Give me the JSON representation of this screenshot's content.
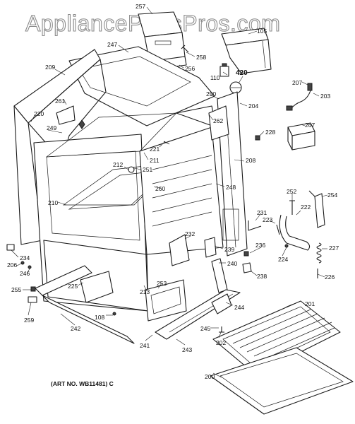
{
  "watermark": "AppliancePartsPros.com",
  "art_number": "(ART NO. WB11481) C",
  "callouts": {
    "c257": "257",
    "c105": "105",
    "c247": "247",
    "c258": "258",
    "c256": "256",
    "c209": "209",
    "c420": "420",
    "c110": "110",
    "c207": "207",
    "c203": "203",
    "c261": "261",
    "c250": "250",
    "c204": "204",
    "c220": "220",
    "c262": "262",
    "c249": "249",
    "c228": "228",
    "c267": "267",
    "c221": "221",
    "c211": "211",
    "c212": "212",
    "c251": "251",
    "c208": "208",
    "c260": "260",
    "c248": "248",
    "c210": "210",
    "c252": "252",
    "c254": "254",
    "c222": "222",
    "c231": "231",
    "c223": "223",
    "c232": "232",
    "c239": "239",
    "c236": "236",
    "c227": "227",
    "c224": "224",
    "c234": "234",
    "c206": "206",
    "c246": "246",
    "c240": "240",
    "c238": "238",
    "c226": "226",
    "c225": "225",
    "c253": "253",
    "c255": "255",
    "c213": "213",
    "c244": "244",
    "c201": "201",
    "c259": "259",
    "c108": "108",
    "c242": "242",
    "c245": "245",
    "c202": "202",
    "c241": "241",
    "c243": "243",
    "c200": "200"
  }
}
